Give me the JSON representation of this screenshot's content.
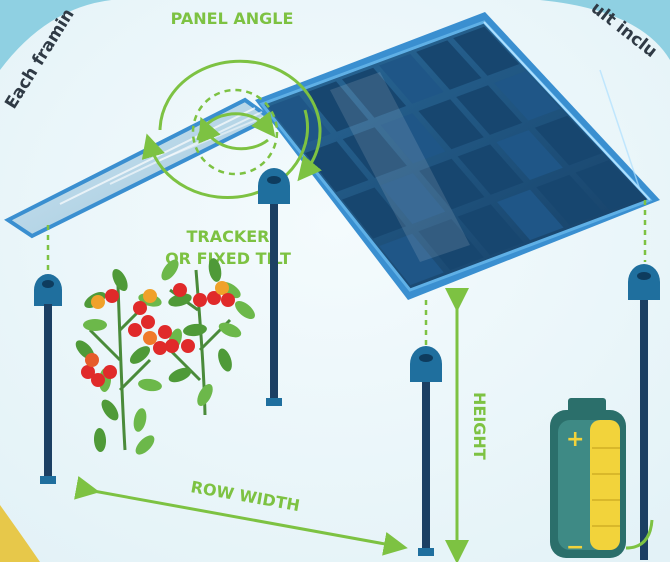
{
  "labels": {
    "panel_angle": "PANEL ANGLE",
    "tracker_line1": "TRACKER",
    "tracker_line2": "OR FIXED TILT",
    "row_width": "ROW WIDTH",
    "height": "HEIGHT",
    "arc_left": "Each framin",
    "arc_right": "ult inclu"
  },
  "battery": {
    "plus": "+",
    "minus": "−"
  },
  "colors": {
    "accent_green": "#7dc242",
    "post_blue": "#1f6f9e",
    "panel_blue": "#1b4c75",
    "frame_blue": "#3a8fd0",
    "bg_light": "#eaf6f9",
    "arc_teal": "#9fd6e3",
    "battery_yellow": "#f2d33b",
    "battery_teal": "#2b6f6b"
  }
}
